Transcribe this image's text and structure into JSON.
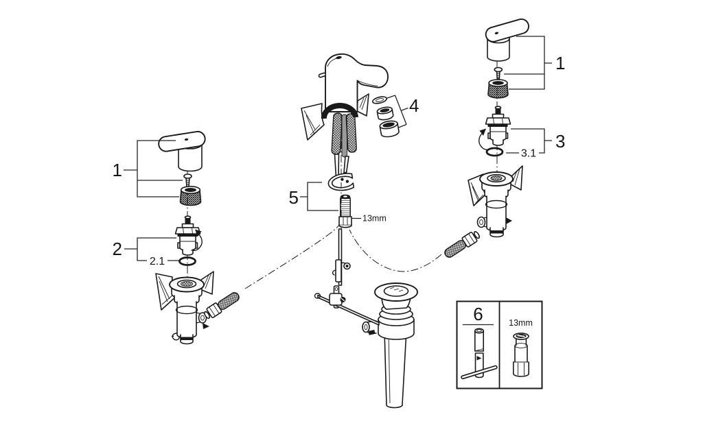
{
  "figure": {
    "kind": "exploded parts diagram",
    "subject": "Two-handle basin mixer faucet with pop-up waste",
    "background": "#ffffff",
    "line_color": "#1a1a1a"
  },
  "callouts": {
    "left_handle": "1",
    "left_cartridge": "2",
    "left_cartridge_oring": "2.1",
    "right_handle": "1",
    "right_cartridge": "3",
    "right_cartridge_oring": "3.1",
    "aerator": "4",
    "mounting_set": "5",
    "mounting_socket_size": "13mm",
    "service_tool": "6",
    "service_tool_socket_size": "13mm"
  }
}
